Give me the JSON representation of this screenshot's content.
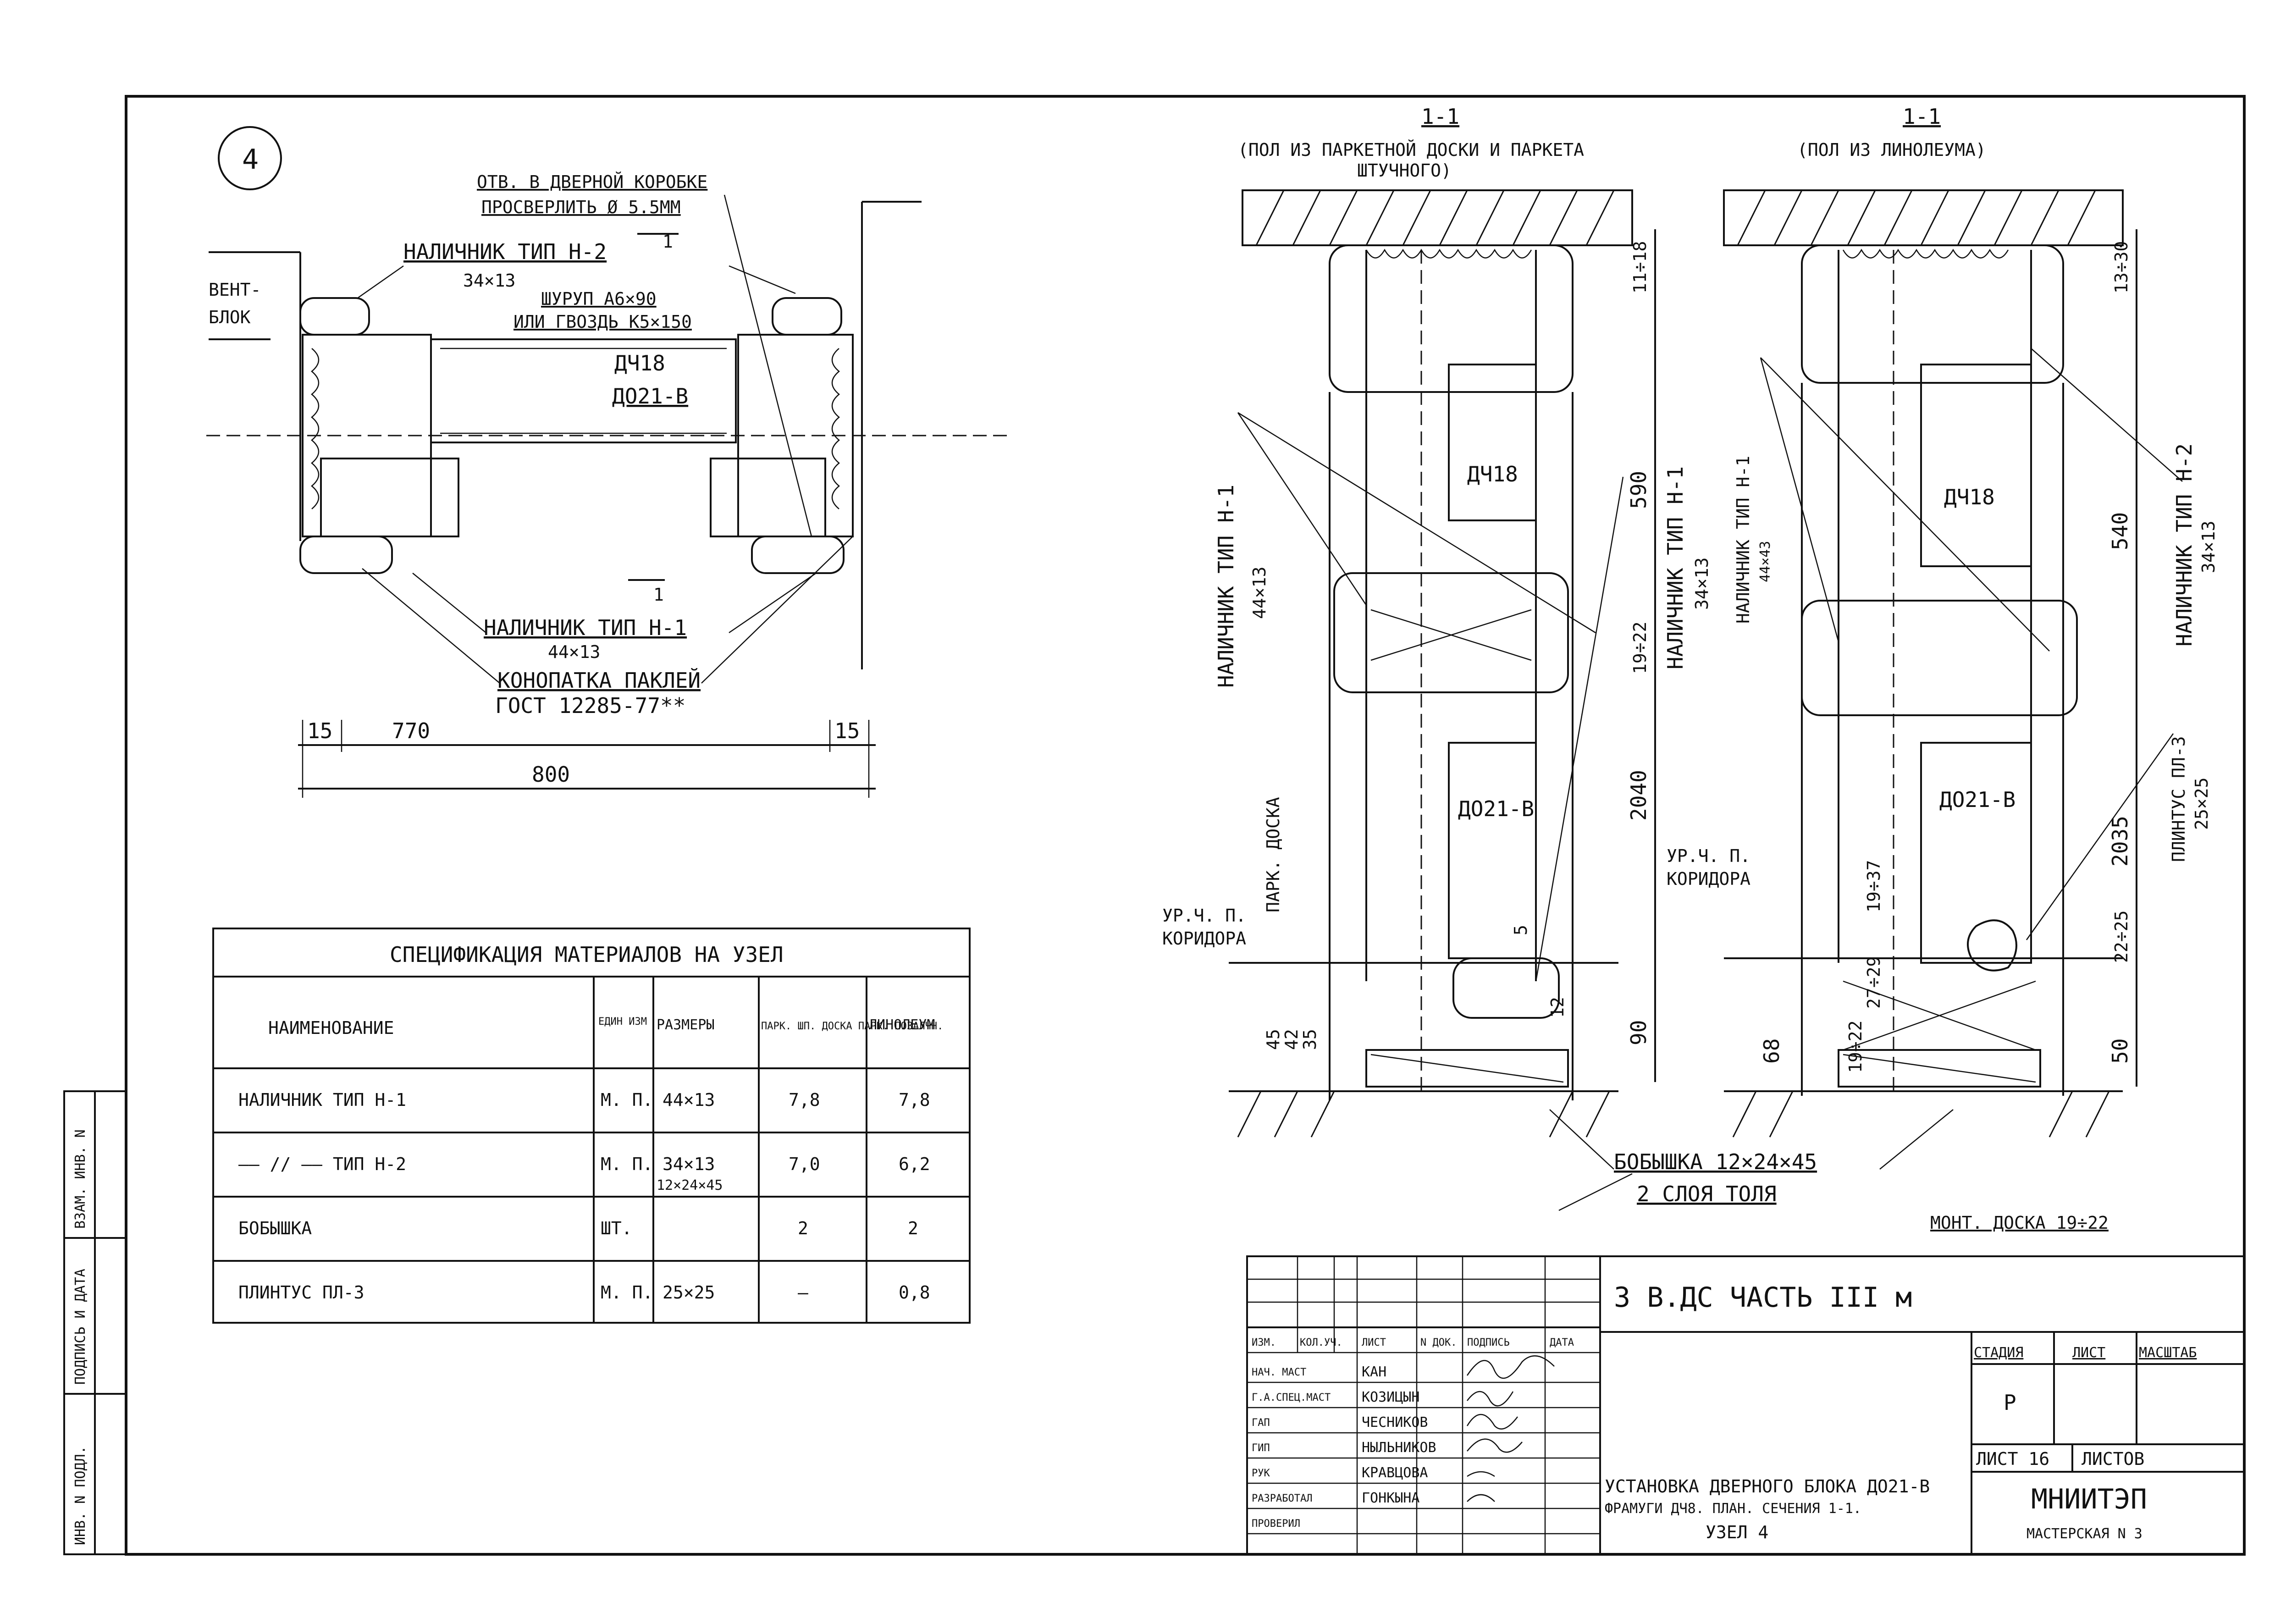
{
  "detail": {
    "number": "4",
    "note_hole_1": "ОТВ. В ДВЕРНОЙ КОРОБКЕ",
    "note_hole_2": "ПРОСВЕРЛИТЬ Ø 5.5ММ",
    "label_trim_h2": "НАЛИЧНИК ТИП Н-2",
    "trim_h2_size": "34×13",
    "screw_1": "ШУРУП А6×90",
    "screw_2": "ИЛИ ГВОЗДЬ К5×150",
    "vent_block_1": "ВЕНТ-",
    "vent_block_2": "БЛОК",
    "door_1": "ДЧ18",
    "door_2": "ДО21-В",
    "label_trim_h1": "НАЛИЧНИК ТИП Н-1",
    "trim_h1_size": "44×13",
    "caulk_1": "КОНОПАТКА ПАКЛЕЙ",
    "caulk_2": "ГОСТ 12285-77**",
    "section_mark": "1",
    "dim_15a": "15",
    "dim_770": "770",
    "dim_15b": "15",
    "dim_800": "800"
  },
  "spec_table": {
    "title": "СПЕЦИФИКАЦИЯ МАТЕРИАЛОВ НА УЗЕЛ",
    "headers": [
      "НАИМЕНОВАНИЕ",
      "ЕДИН ИЗМ",
      "РАЗМЕРЫ",
      "ПАРК. ШП. ДОСКА ПАРК. ПОЗАЛЧН.",
      "ЛИНОЛЕУМ"
    ],
    "rows": [
      [
        "НАЛИЧНИК ТИП Н-1",
        "М. П.",
        "44×13",
        "7,8",
        "7,8"
      ],
      [
        "—— // —— ТИП Н-2",
        "М. П.",
        "34×13",
        "7,0",
        "6,2"
      ],
      [
        "БОБЫШКА",
        "ШТ.",
        "12×24×45",
        "2",
        "2"
      ],
      [
        "ПЛИНТУС ПЛ-3",
        "М. П.",
        "25×25",
        "—",
        "0,8"
      ]
    ]
  },
  "section_left": {
    "title": "1-1",
    "subtitle_1": "(ПОЛ ИЗ ПАРКЕТНОЙ ДОСКИ И ПАРКЕТА",
    "subtitle_2": "ШТУЧНОГО)",
    "label_trim_h1": "НАЛИЧНИК ТИП Н-1",
    "trim_h1_size": "44×13",
    "label_trim_h1b": "НАЛИЧНИК ТИП Н-1",
    "trim_h1b_size": "34×13",
    "door_1": "ДЧ18",
    "door_2": "ДО21-В",
    "floor_board": "ПАРК. ДОСКА",
    "floor_level_1": "УР.Ч. П.",
    "floor_level_2": "КОРИДОРА",
    "dim_top": "11÷18",
    "dim_590": "590",
    "dim_1922": "19÷22",
    "dim_2040": "2040",
    "dim_5": "5",
    "dim_12": "12",
    "dim_90": "90",
    "dim_45": "45",
    "dim_42": "42",
    "dim_35": "35"
  },
  "section_right": {
    "title": "1-1",
    "subtitle": "(ПОЛ ИЗ ЛИНОЛЕУМА)",
    "label_trim_h1": "НАЛИЧНИК ТИП Н-1",
    "trim_h1_size": "44×43",
    "label_trim_h2": "НАЛИЧНИК ТИП Н-2",
    "trim_h2_size": "34×13",
    "plinth_1": "ПЛИНТУС ПЛ-3",
    "plinth_2": "25×25",
    "door_1": "ДЧ18",
    "door_2": "ДО21-В",
    "floor_level_1": "УР.Ч. П.",
    "floor_level_2": "КОРИДОРА",
    "dim_top": "13÷30",
    "dim_540": "540",
    "dim_2035": "2035",
    "dim_2225": "22÷25",
    "dim_68": "68",
    "dim_50": "50",
    "dim_1922": "19÷22",
    "dim_2729": "27÷29",
    "dim_1937": "19÷37"
  },
  "bottom_notes": {
    "boss": "БОБЫШКА 12×24×45",
    "layers": "2 СЛОЯ ТОЛЯ",
    "board": "МОНТ. ДОСКА 19÷22"
  },
  "title_block": {
    "project": "3 В.ДС ЧАСТЬ III м",
    "col_headers": [
      "ИЗМ.",
      "КОЛ.УЧ.",
      "ЛИСТ",
      "N ДОК.",
      "ПОДПИСЬ",
      "ДАТА"
    ],
    "people": [
      [
        "НАЧ. МАСТ",
        "КАН"
      ],
      [
        "Г.А.СПЕЦ.МАСТ",
        "КОЗИЦЫН"
      ],
      [
        "ГАП",
        "ЧЕСНИКОВ"
      ],
      [
        "ГИП",
        "НЫЛЬНИКОВ"
      ],
      [
        "РУК",
        "КРАВЦОВА"
      ],
      [
        "РАЗРАБОТАЛ",
        "ГОНКЫНА"
      ],
      [
        "ПРОВЕРИЛ",
        ""
      ]
    ],
    "stage_header": "СТАДИЯ",
    "sheet_header": "ЛИСТ",
    "scale_header": "МАСШТАБ",
    "stage": "Р",
    "sheet": "ЛИСТ 16",
    "sheets": "ЛИСТОВ",
    "desc_1": "УСТАНОВКА ДВЕРНОГО БЛОКА ДО21-В",
    "desc_2": "ФРАМУГИ ДЧ8. ПЛАН. СЕЧЕНИЯ 1-1.",
    "desc_3": "УЗЕЛ 4",
    "org": "МНИИТЭП",
    "workshop": "МАСТЕРСКАЯ N 3"
  },
  "side_stamp": [
    "ИНВ. N ПОДЛ.",
    "ПОДПИСЬ И ДАТА",
    "ВЗАМ. ИНВ. N"
  ]
}
